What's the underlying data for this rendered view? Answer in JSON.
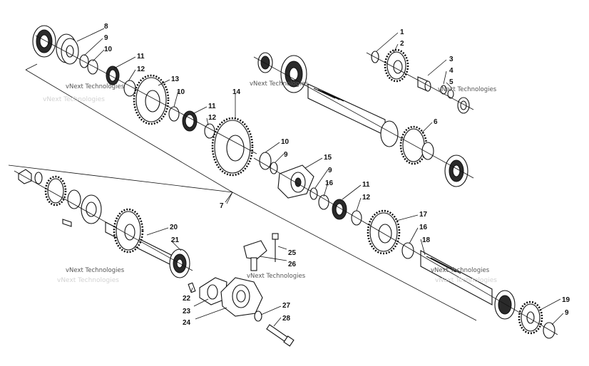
{
  "callouts": {
    "c1": "1",
    "c2": "2",
    "c3": "3",
    "c4": "4",
    "c5": "5",
    "c6": "6",
    "c7": "7",
    "c8": "8",
    "c9a": "9",
    "c10a": "10",
    "c11a": "11",
    "c12a": "12",
    "c13": "13",
    "c10b": "10",
    "c11b": "11",
    "c12b": "12",
    "c14": "14",
    "c10c": "10",
    "c9b": "9",
    "c15": "15",
    "c9c": "9",
    "c16a": "16",
    "c11c": "11",
    "c12c": "12",
    "c17": "17",
    "c16b": "16",
    "c18": "18",
    "c19": "19",
    "c9d": "9",
    "c20": "20",
    "c21": "21",
    "c22": "22",
    "c23": "23",
    "c24": "24",
    "c25": "25",
    "c26": "26",
    "c27": "27",
    "c28": "28"
  },
  "watermarks": {
    "w1": "vNext Technologies",
    "w2": "vNext Technologies",
    "w3": "vNext Technologies",
    "w4": "vNext Technologies",
    "w5": "vNext Technologies",
    "w6": "vNext Technologies"
  },
  "icons": {
    "gear": "gear-icon",
    "bearing": "bearing-icon",
    "shaft": "shaft-icon",
    "bolt": "bolt-icon"
  }
}
